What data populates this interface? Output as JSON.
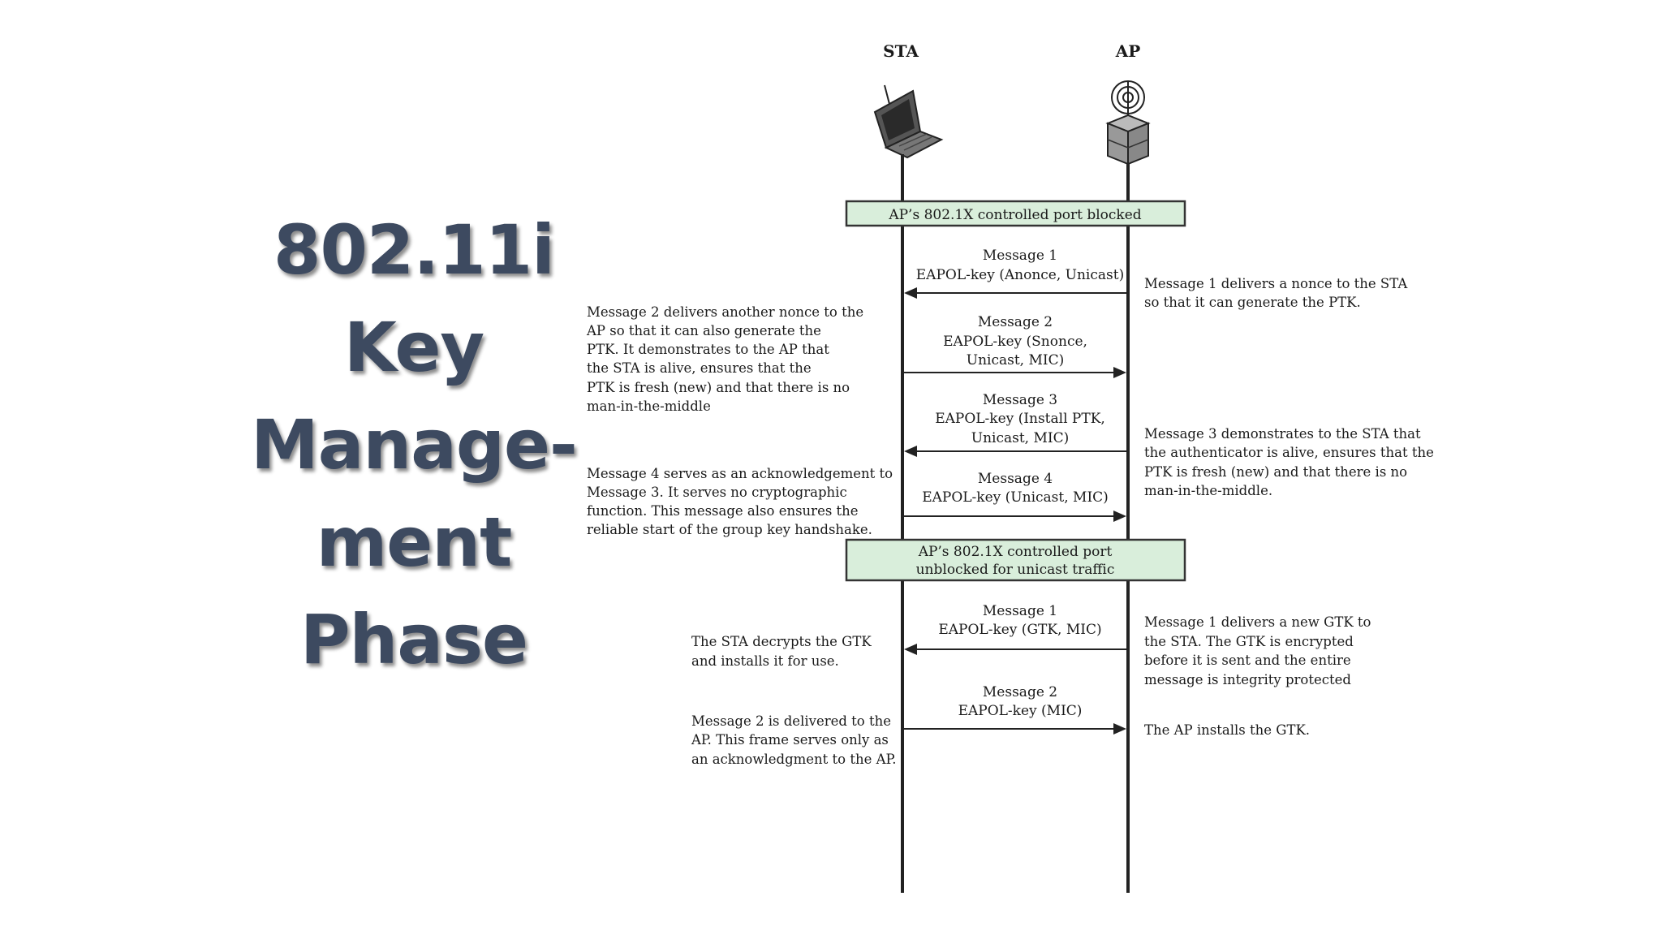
{
  "title": {
    "lines": [
      "802.11i",
      "Key",
      "Manage-",
      "ment",
      "Phase"
    ]
  },
  "entities": {
    "sta": "STA",
    "ap": "AP"
  },
  "banners": {
    "top": [
      "AP’s 802.1X controlled port blocked"
    ],
    "middle": [
      "AP’s 802.1X controlled port",
      "unblocked for unicast traffic"
    ]
  },
  "pairwise_messages": [
    {
      "lines": [
        "Message 1",
        "EAPOL-key (Anonce, Unicast)"
      ],
      "direction": "AP → STA",
      "note_right": [
        "Message 1 delivers a nonce to the STA",
        "so that it can generate the PTK."
      ]
    },
    {
      "lines": [
        "Message 2",
        "EAPOL-key (Snonce,",
        "Unicast, MIC)"
      ],
      "direction": "STA → AP",
      "note_left": [
        "Message 2 delivers another nonce to the",
        "AP so that it can also generate the",
        "PTK. It demonstrates to the AP that",
        "the STA is alive, ensures that the",
        "PTK is fresh (new) and that there is no",
        "man-in-the-middle"
      ]
    },
    {
      "lines": [
        "Message 3",
        "EAPOL-key (Install PTK,",
        "Unicast, MIC)"
      ],
      "direction": "AP → STA",
      "note_right": [
        "Message 3 demonstrates to the STA that",
        "the authenticator is alive, ensures that the",
        "PTK is fresh (new) and that there is no",
        "man-in-the-middle."
      ]
    },
    {
      "lines": [
        "Message 4",
        "EAPOL-key (Unicast, MIC)"
      ],
      "direction": "STA → AP",
      "note_left": [
        "Message 4 serves as an acknowledgement to",
        "Message 3. It serves no cryptographic",
        "function. This message also ensures the",
        "reliable start of the group key handshake."
      ]
    }
  ],
  "group_messages": [
    {
      "lines": [
        "Message 1",
        "EAPOL-key (GTK, MIC)"
      ],
      "direction": "AP → STA",
      "note_left": [
        "The STA decrypts the GTK",
        "and installs it for use."
      ],
      "note_right": [
        "Message 1 delivers a new GTK to",
        "the STA. The GTK is encrypted",
        "before it is sent and the entire",
        "message is integrity protected"
      ]
    },
    {
      "lines": [
        "Message 2",
        "EAPOL-key (MIC)"
      ],
      "direction": "STA → AP",
      "note_left": [
        "Message 2 is delivered to the",
        "AP. This frame serves only as",
        "an acknowledgment to the AP."
      ],
      "note_right": [
        "The AP installs the GTK."
      ]
    }
  ],
  "colors": {
    "title": "#3d4a60",
    "banner_fill": "#d9eedb",
    "line": "#222222"
  },
  "icons": {
    "sta": "laptop-icon",
    "ap": "access-point-icon"
  }
}
